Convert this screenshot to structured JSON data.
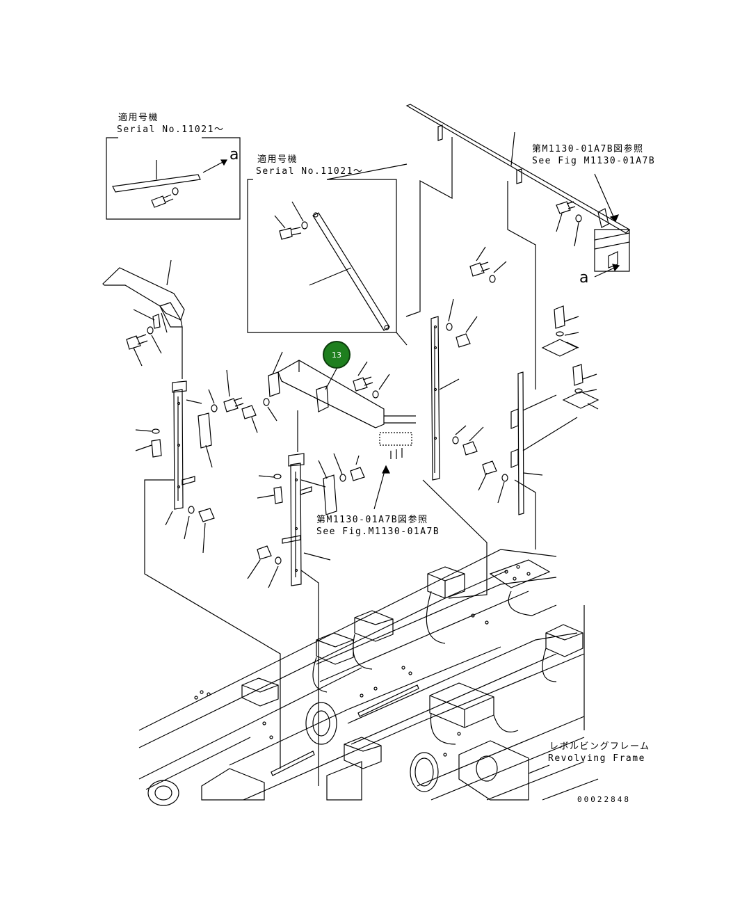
{
  "inset_top_left": {
    "serial_jp": "適用号機",
    "serial_en": "Serial No.11021～",
    "arrow_letter": "a"
  },
  "inset_center": {
    "serial_jp": "適用号機",
    "serial_en": "Serial No.11021～"
  },
  "ref_top_right": {
    "jp": "第M1130-01A7B図参照",
    "en": "See Fig M1130-01A7B",
    "arrow_letter": "a"
  },
  "ref_center": {
    "jp": "第M1130-01A7B図参照",
    "en": "See Fig.M1130-01A7B"
  },
  "revolving_frame": {
    "jp": "レボルビングフレーム",
    "en": "Revolving Frame"
  },
  "callout": {
    "number": "13",
    "color": "#1e7f1e"
  },
  "document_number": "00022848"
}
